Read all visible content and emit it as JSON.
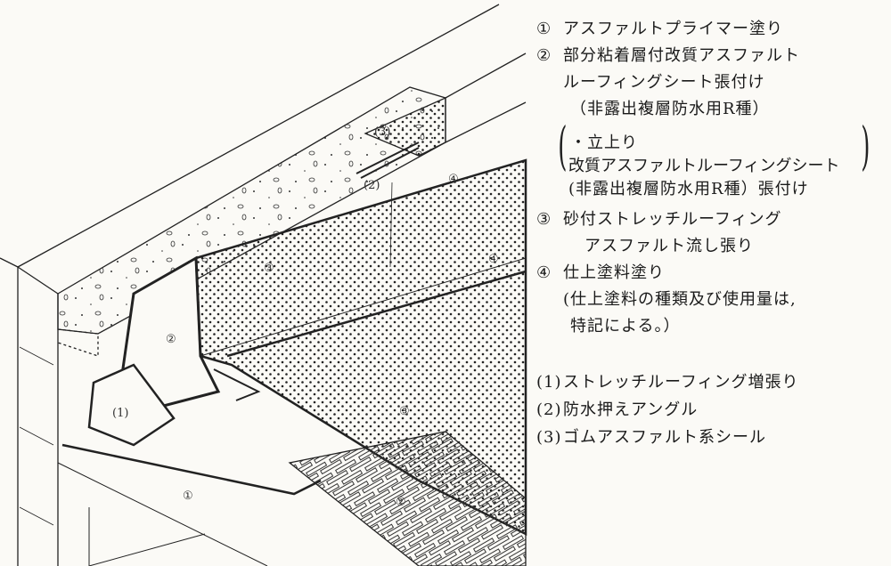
{
  "legend": {
    "items": [
      {
        "num": "①",
        "lines": [
          "アスファルトプライマー塗り"
        ]
      },
      {
        "num": "②",
        "lines": [
          "部分粘着層付改質アスファルト",
          "ルーフィングシート張付け",
          "（非露出複層防水用R種）"
        ]
      },
      {
        "note_lines": [
          "・立上り",
          "改質アスファルトルーフィングシート",
          "(非露出複層防水用R種）張付け"
        ]
      },
      {
        "num": "③",
        "lines": [
          "砂付ストレッチルーフィング",
          "アスファルト流し張り"
        ]
      },
      {
        "num": "④",
        "lines": [
          "仕上塗料塗り",
          "(仕上塗料の種類及び使用量は,",
          "特記による。）"
        ]
      }
    ],
    "sub_items": [
      {
        "num": "(1)",
        "label": "ストレッチルーフィング増張り"
      },
      {
        "num": "(2)",
        "label": "防水押えアングル"
      },
      {
        "num": "(3)",
        "label": "ゴムアスファルト系シール"
      }
    ]
  },
  "diagram_tags": {
    "layer1": "①",
    "layer2_a": "②",
    "layer2_b": "②",
    "layer3_a": "③",
    "layer3_b": "③",
    "layer4_a": "④",
    "layer4_b": "④",
    "sub1": "(1)",
    "sub2": "(2)",
    "sub3": "(3)"
  }
}
